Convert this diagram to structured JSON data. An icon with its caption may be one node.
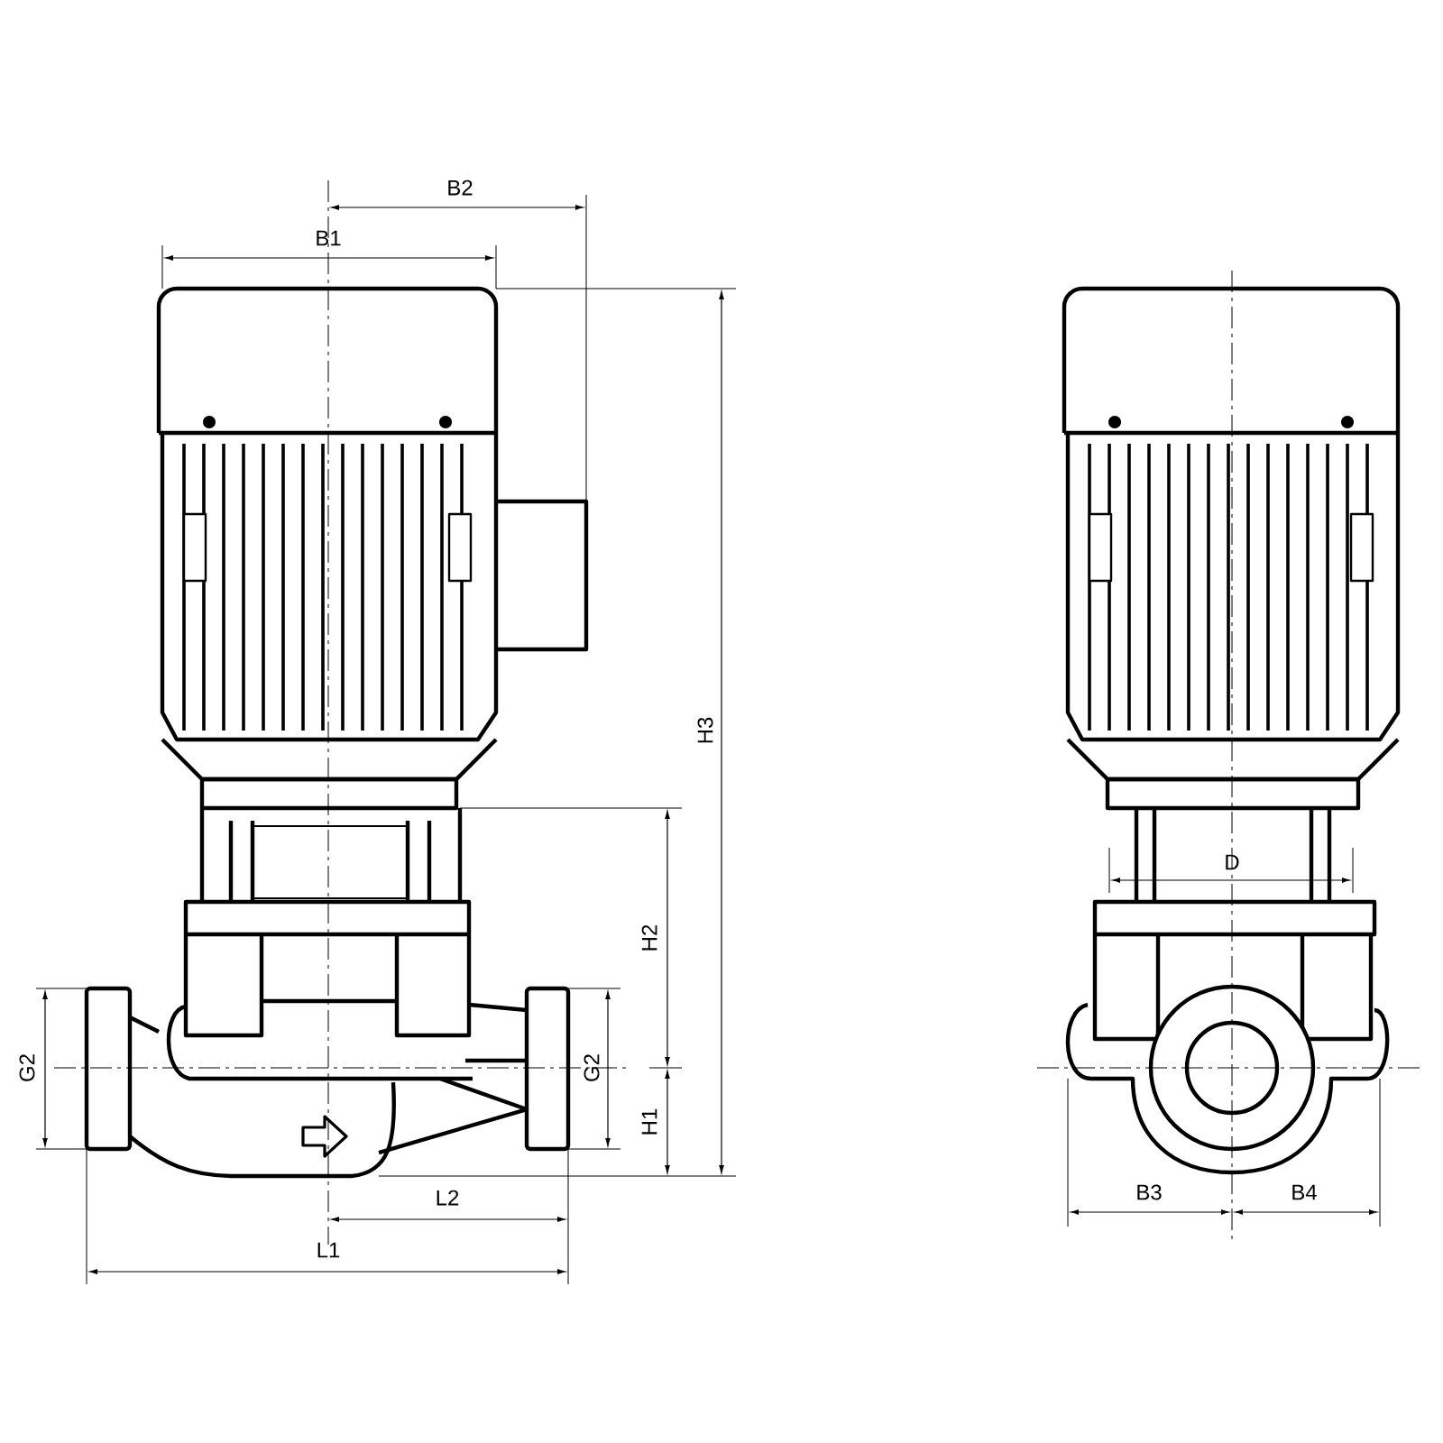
{
  "diagram": {
    "labels": [
      "B2",
      "B1",
      "H3",
      "D",
      "H2",
      "G2",
      "G2",
      "H1",
      "L2",
      "L1",
      "B3",
      "B4"
    ]
  }
}
